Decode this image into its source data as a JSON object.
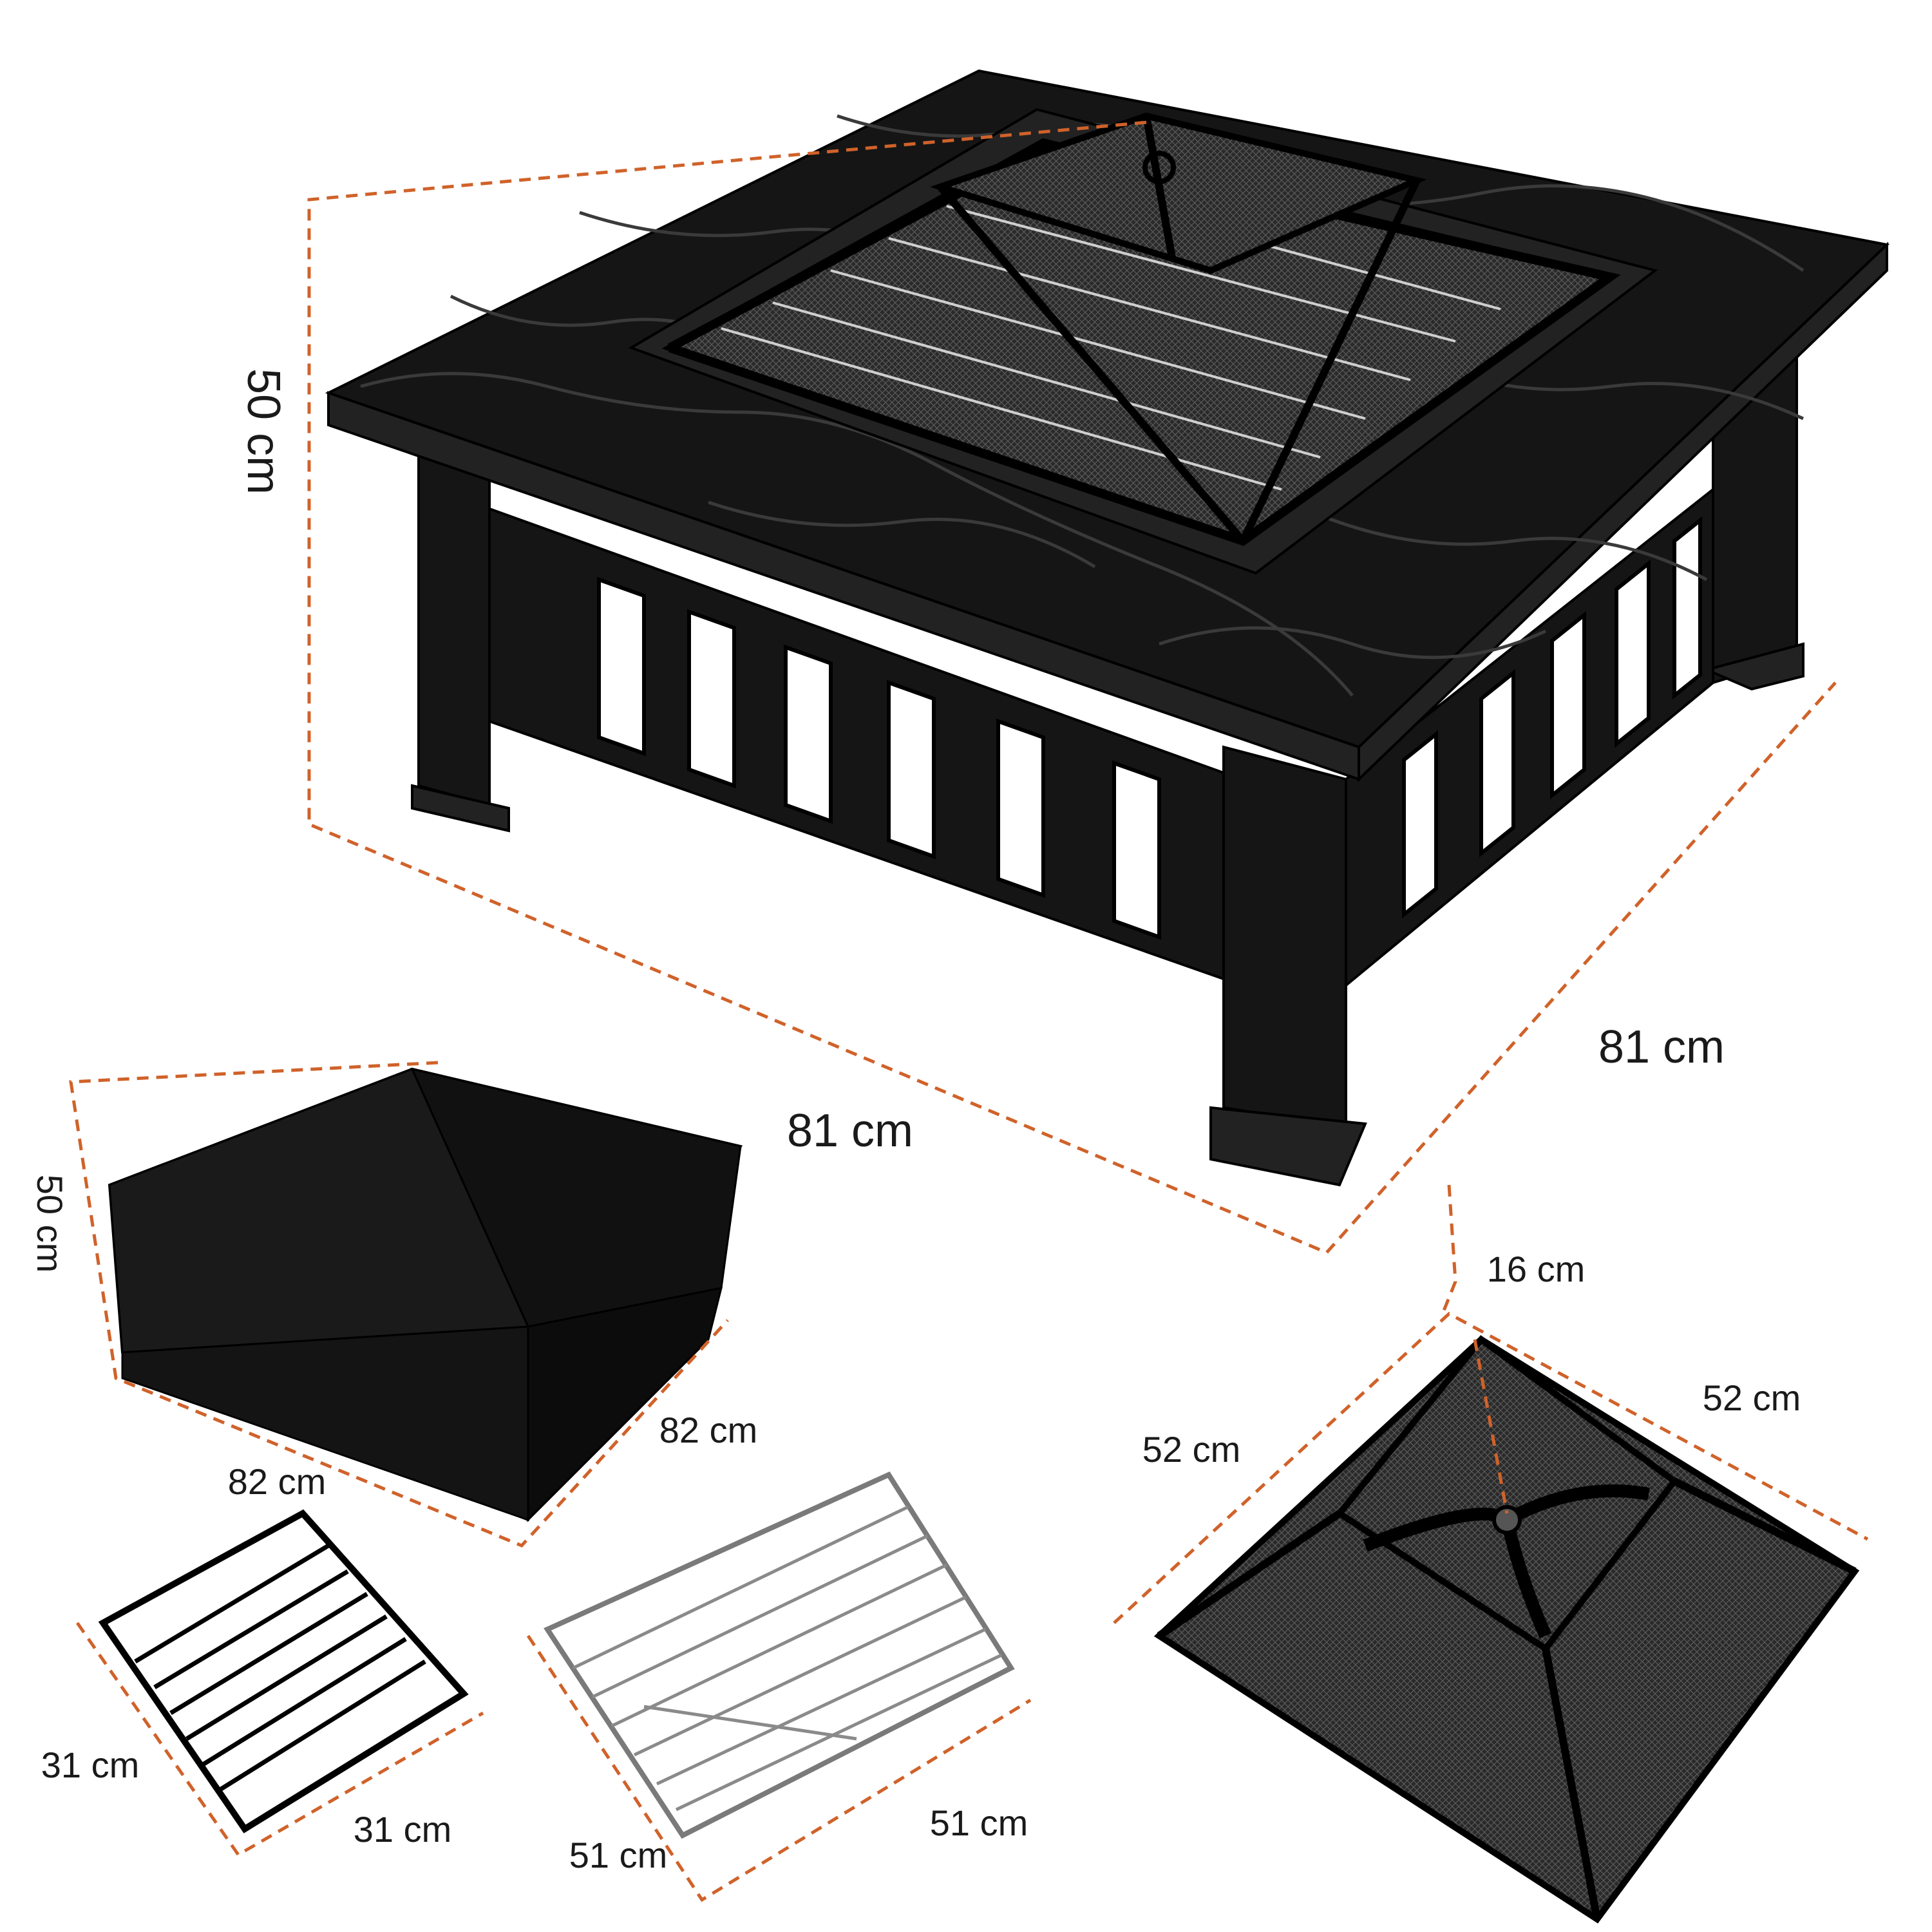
{
  "fire_pit": {
    "height_label": "50 cm",
    "depth_label": "81 cm",
    "width_label": "81 cm"
  },
  "cover": {
    "height_label": "50 cm",
    "width_label": "82 cm",
    "depth_label": "82 cm"
  },
  "small_grate": {
    "side_a_label": "31 cm",
    "side_b_label": "31 cm"
  },
  "large_grill": {
    "side_a_label": "51 cm",
    "side_b_label": "51 cm"
  },
  "spark_screen": {
    "height_label": "16 cm",
    "side_a_label": "52 cm",
    "side_b_label": "52 cm"
  },
  "colors": {
    "dimension_line": "#d0622a",
    "product": "#151515",
    "text": "#1a1a1a"
  }
}
